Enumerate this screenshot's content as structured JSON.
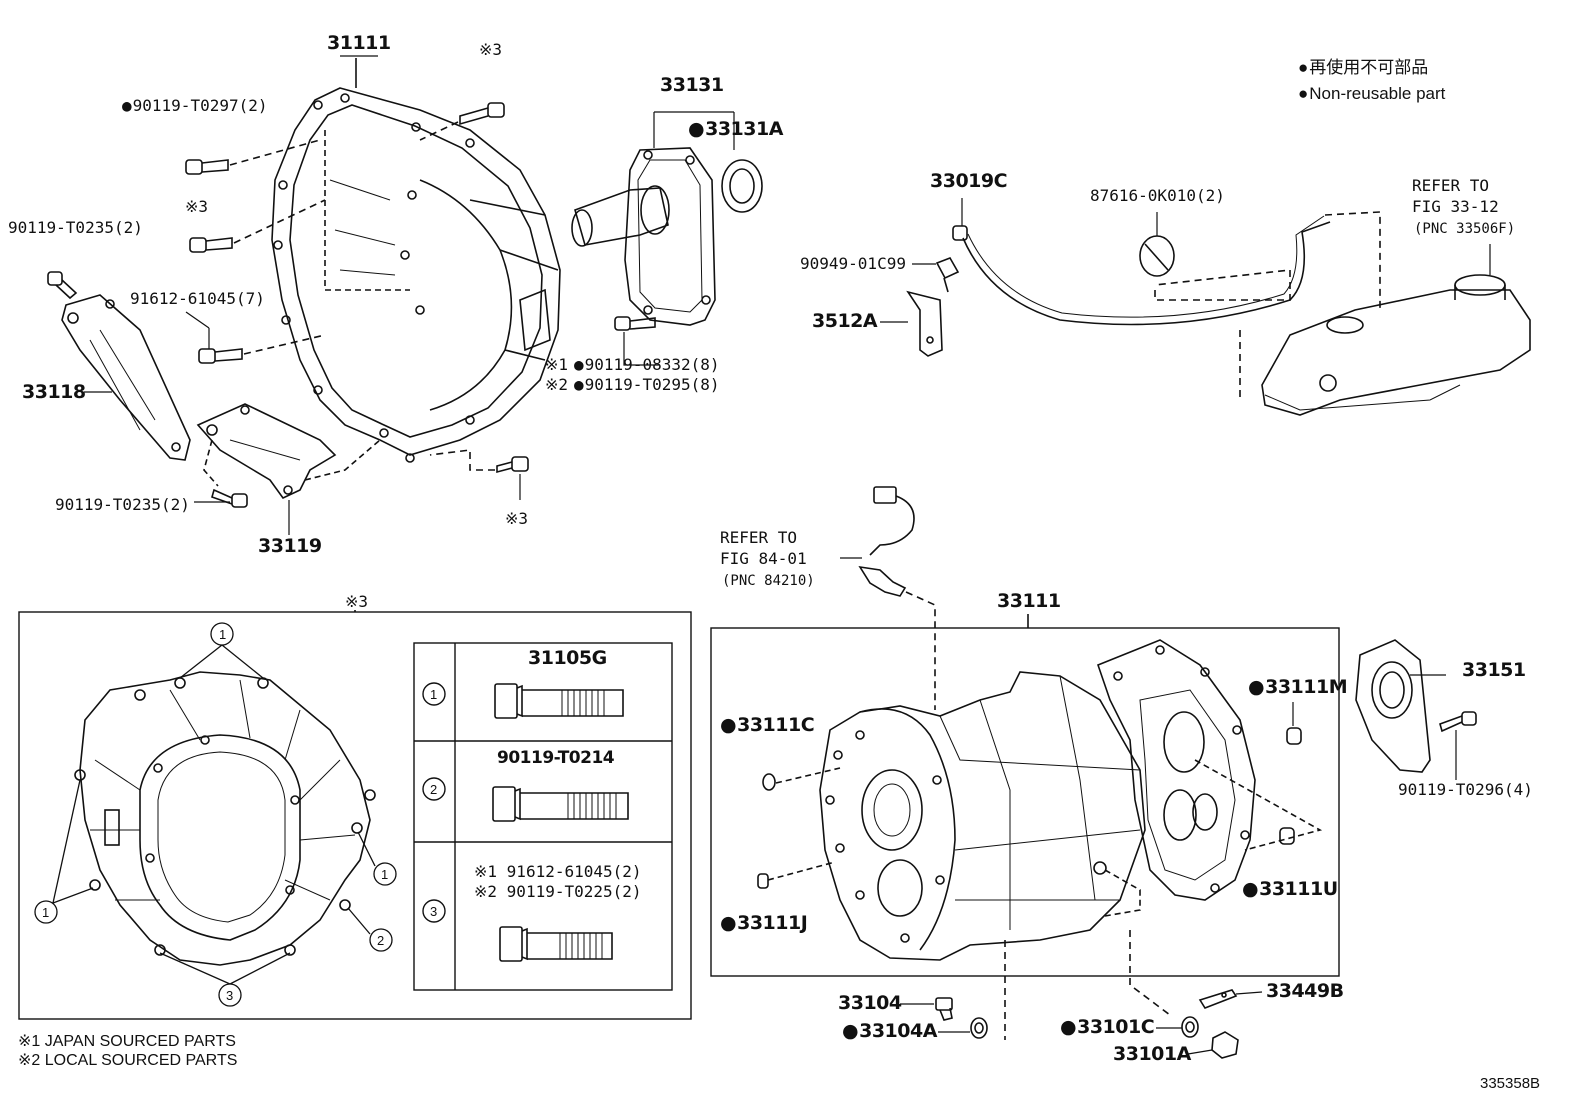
{
  "legend": {
    "non_reusable_jp": "再使用不可部品",
    "non_reusable_en": "Non-reusable part"
  },
  "top_labels": {
    "p31111": "31111",
    "p90119_T0297": "90119-T0297(2)",
    "p90119_T0235_a": "90119-T0235(2)",
    "p91612_61045": "91612-61045(7)",
    "p33118": "33118",
    "p90119_T0235_b": "90119-T0235(2)",
    "p33119": "33119",
    "mark3_a": "※3",
    "mark3_b": "※3",
    "mark3_c": "※3",
    "p33131": "33131",
    "p33131A": "33131A",
    "p90119_08332": "90119-08332(8)",
    "p90119_08332_mark": "※1",
    "p90119_T0295": "90119-T0295(8)",
    "p90119_T0295_mark": "※2",
    "p33019C": "33019C",
    "p90949_01C99": "90949-01C99",
    "p3512A": "3512A",
    "p87616_0K010": "87616-0K010(2)",
    "refer_1_line1": "REFER TO",
    "refer_1_line2": "FIG 33-12",
    "refer_1_line3": "(PNC 33506F)"
  },
  "lower_left": {
    "box_mark": "※3",
    "table": [
      {
        "num": "1",
        "part": "31105G",
        "sub1": "",
        "sub2": ""
      },
      {
        "num": "2",
        "part": "90119-T0214",
        "sub1": "",
        "sub2": ""
      },
      {
        "num": "3",
        "part": "",
        "sub1": "※1 91612-61045(2)",
        "sub2": "※2 90119-T0225(2)"
      }
    ],
    "callouts": [
      "1",
      "1",
      "1",
      "2",
      "3"
    ]
  },
  "lower_right": {
    "refer_line1": "REFER TO",
    "refer_line2": "FIG 84-01",
    "refer_line3": "(PNC 84210)",
    "p33111": "33111",
    "p33111C": "33111C",
    "p33111J": "33111J",
    "p33111M": "33111M",
    "p33111U": "33111U",
    "p33151": "33151",
    "p90119_T0296": "90119-T0296(4)",
    "p33104": "33104",
    "p33104A": "33104A",
    "p33101C": "33101C",
    "p33101A": "33101A",
    "p33449B": "33449B"
  },
  "footnotes": {
    "note1": "※1 JAPAN SOURCED PARTS",
    "note2": "※2 LOCAL SOURCED PARTS",
    "figure_id": "335358B"
  }
}
